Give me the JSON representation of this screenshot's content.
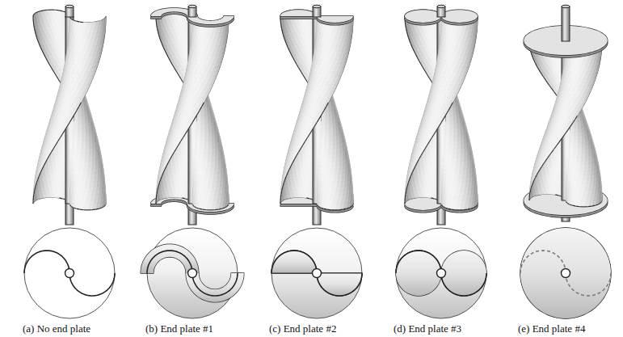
{
  "diagram": {
    "labels": [
      "(a) No end plate",
      "(b) End plate #1",
      "(c) End plate #2",
      "(d) End plate #3",
      "(e) End plate #4"
    ]
  }
}
